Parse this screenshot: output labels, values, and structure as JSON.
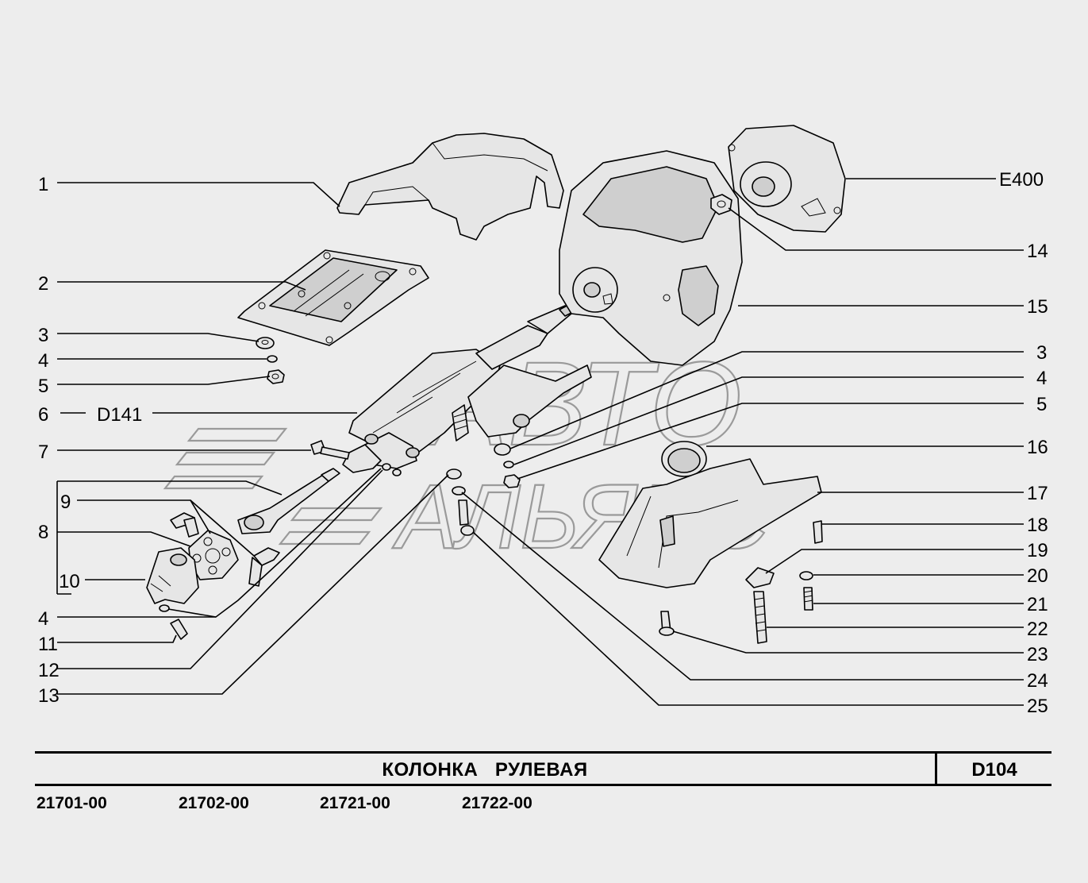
{
  "diagram": {
    "callouts_left": [
      "1",
      "2",
      "3",
      "4",
      "5",
      "6",
      "D141",
      "7",
      "8",
      "9",
      "10",
      "4",
      "11",
      "12",
      "13"
    ],
    "callouts_right": [
      "E400",
      "14",
      "15",
      "3",
      "4",
      "5",
      "16",
      "17",
      "18",
      "19",
      "20",
      "21",
      "22",
      "23",
      "24",
      "25"
    ],
    "watermark": {
      "line1": "АВТО",
      "line2": "АЛЬЯНС"
    }
  },
  "title_block": {
    "title": "КОЛОНКА   РУЛЕВАЯ",
    "code": "D104"
  },
  "models": [
    "21701-00",
    "21702-00",
    "21721-00",
    "21722-00"
  ]
}
